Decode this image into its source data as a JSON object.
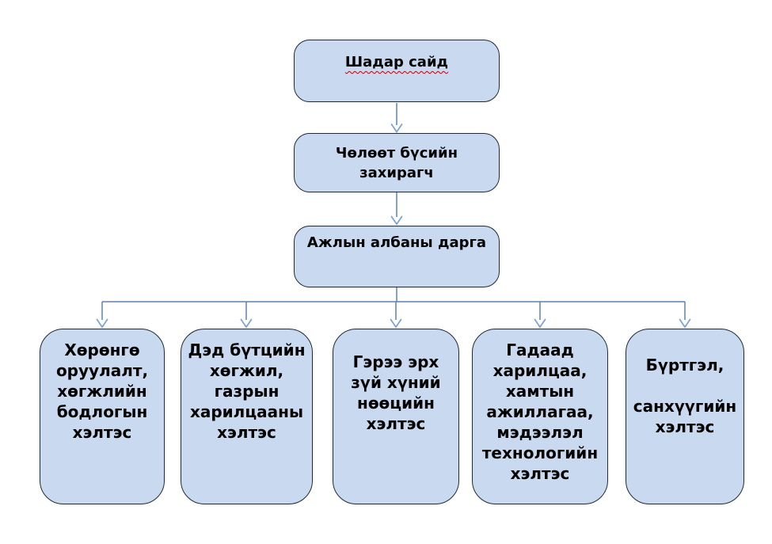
{
  "colors": {
    "background": "#ffffff",
    "box-fill": "#c9d9f0",
    "box-border": "#202a35",
    "connector": "#5b82ad",
    "arrowhead": "#7fa4cf",
    "spellcheck": "#c00000",
    "text": "#000000"
  },
  "org_chart": {
    "root": {
      "label": "Шадар сайд"
    },
    "level2": {
      "label": "Чөлөөт бүсийн\nзахирагч"
    },
    "level3": {
      "label": "Ажлын албаны дарга"
    },
    "departments": [
      {
        "label": "Хөрөнгө\nоруулалт,\nхөгжлийн\nбодлогын\nхэлтэс"
      },
      {
        "label": "Дэд бүтцийн\nхөгжил,\nгазрын\nхарилцааны\nхэлтэс"
      },
      {
        "label": "Гэрээ эрх\nзүй хүний\nнөөцийн\nхэлтэс"
      },
      {
        "label": "Гадаад\nхарилцаа,\nхамтын\nажиллагаа,\nмэдээлэл\nтехнологийн\nхэлтэс"
      },
      {
        "label": "Бүртгэл,\n\nсанхүүгийн\nхэлтэс"
      }
    ]
  }
}
